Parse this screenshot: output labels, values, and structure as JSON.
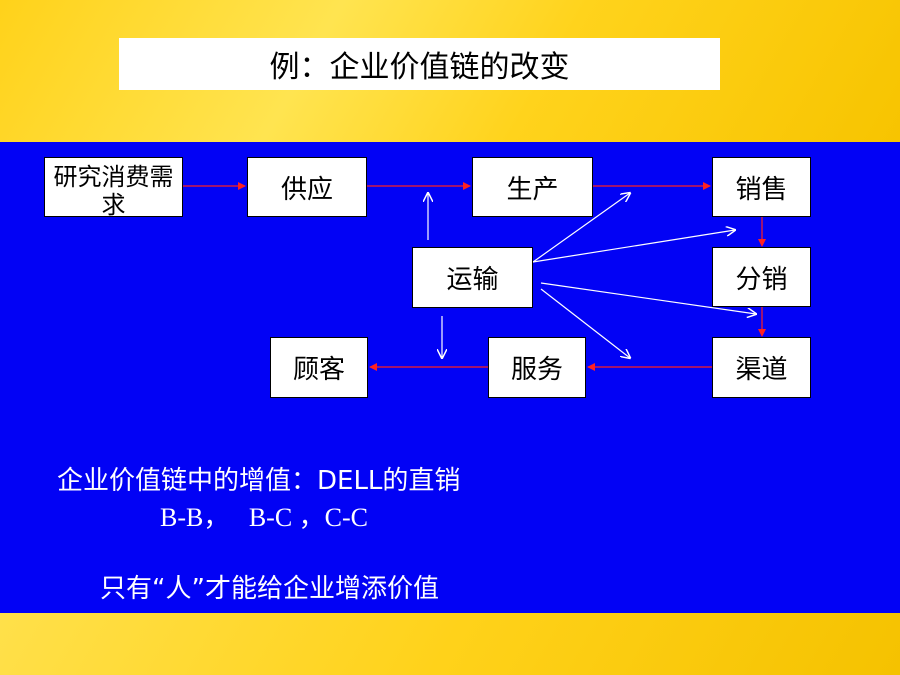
{
  "title": "例：企业价值链的改变",
  "nodes": {
    "research": "研究消费需求",
    "supply": "供应",
    "production": "生产",
    "sales": "销售",
    "transport": "运输",
    "distribution": "分销",
    "customer": "顾客",
    "service": "服务",
    "channel": "渠道"
  },
  "notes": {
    "line1": "企业价值链中的增值：DELL的直销",
    "line2": "B-B，   B-C ，C-C",
    "line3": "只有“人”才能给企业增添价值"
  },
  "colors": {
    "yellow": "#ffd21a",
    "blue": "#0202f5",
    "red_arrow": "#ff2020",
    "white_arrow": "#ffffff"
  }
}
